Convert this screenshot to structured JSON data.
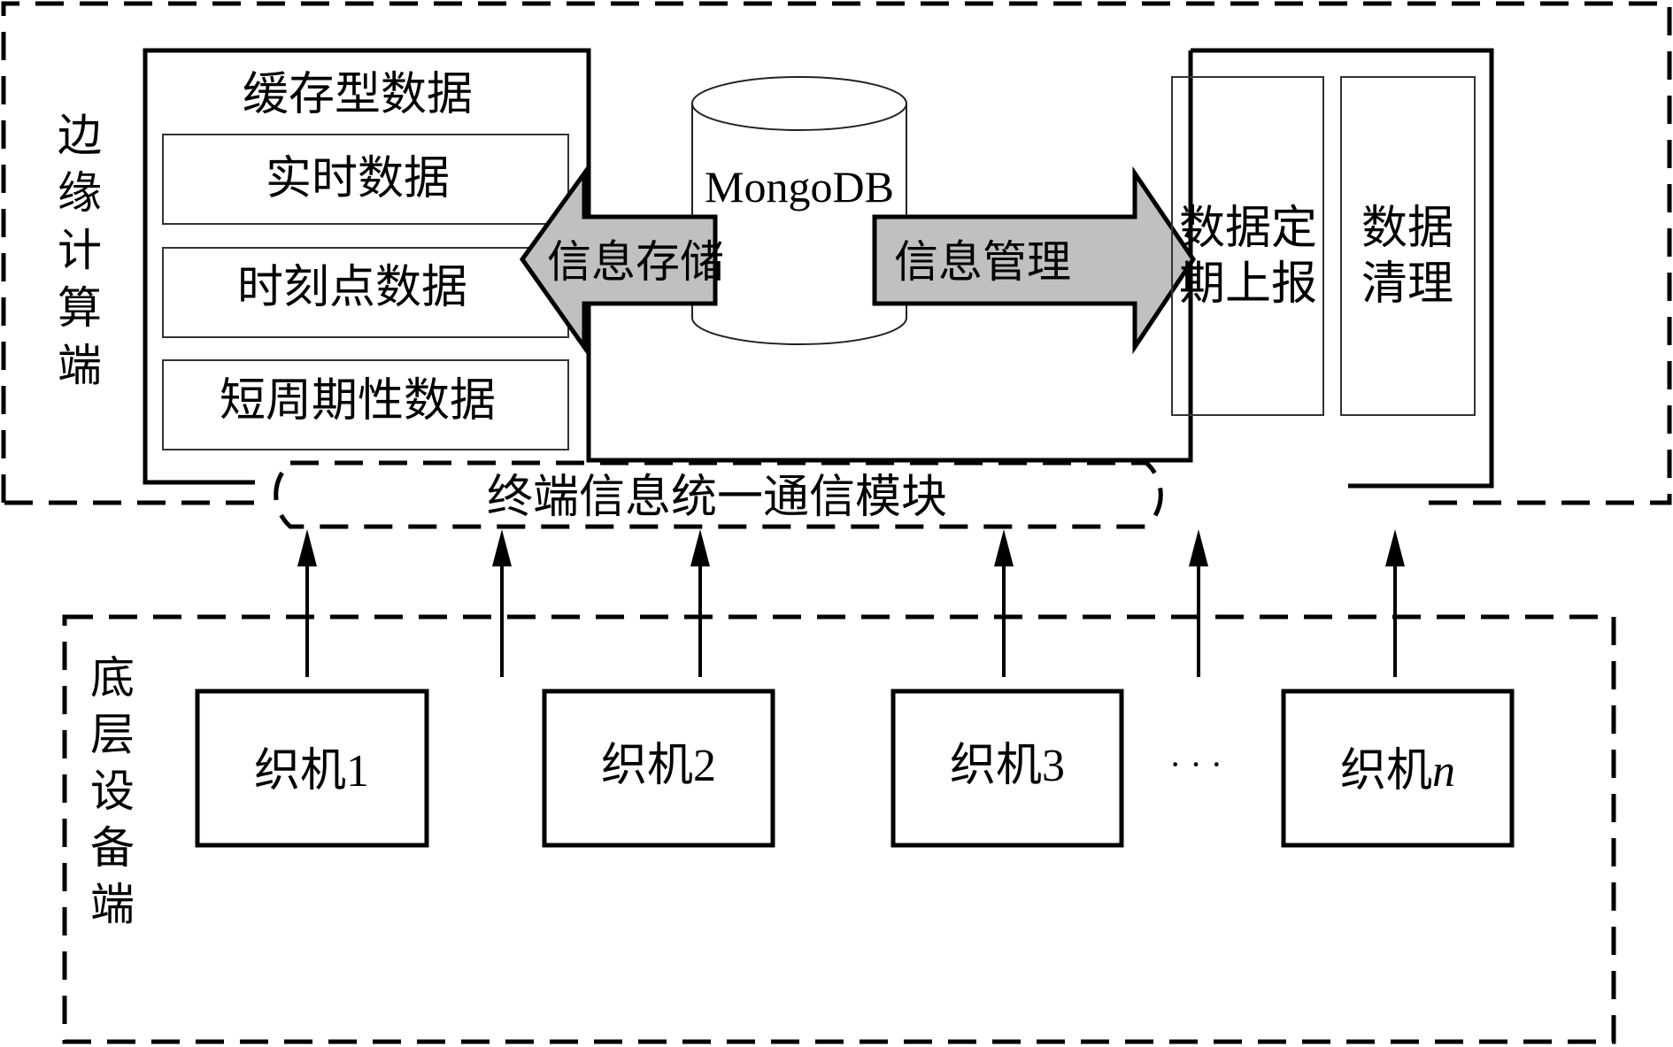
{
  "edge": {
    "label": "边缘计算端",
    "cache": {
      "title": "缓存型数据",
      "items": [
        "实时数据",
        "时刻点数据",
        "短周期性数据"
      ]
    },
    "database": {
      "label": "MongoDB"
    },
    "arrow_store": {
      "label": "信息存储"
    },
    "arrow_manage": {
      "label": "信息管理"
    },
    "management": {
      "items": [
        {
          "lines": [
            "数据定",
            "期上报"
          ]
        },
        {
          "lines": [
            "数据",
            "清理"
          ]
        }
      ]
    }
  },
  "comm_module": {
    "label": "终端信息统一通信模块"
  },
  "device": {
    "label": "底层设备端",
    "machines": [
      {
        "prefix": "织机",
        "index": "1",
        "italic": false
      },
      {
        "prefix": "织机",
        "index": "2",
        "italic": false
      },
      {
        "prefix": "织机",
        "index": "3",
        "italic": false
      },
      {
        "prefix": "织机",
        "index": "n",
        "italic": true
      }
    ],
    "ellipsis": "· · ·"
  },
  "colors": {
    "stroke": "#000000",
    "arrow_fill": "#c0c0c0",
    "background": "#ffffff"
  }
}
